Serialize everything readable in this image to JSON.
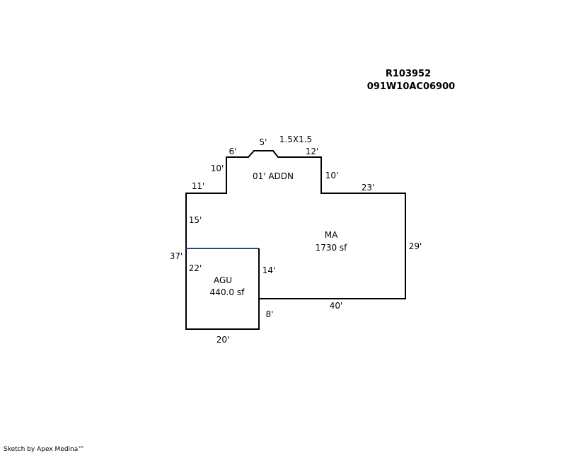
{
  "header": {
    "account_number": "R103952",
    "map_lot": "091W10AC06900"
  },
  "areas": {
    "main": {
      "code": "MA",
      "area": "1730 sf"
    },
    "garage": {
      "code": "AGU",
      "area": "440.0 sf"
    },
    "addition": {
      "code": "01' ADDN"
    }
  },
  "dimensions": {
    "d_15x15": "1.5X1.5",
    "d_5": "5'",
    "d_6": "6'",
    "d_12": "12'",
    "d_10_left": "10'",
    "d_10_right": "10'",
    "d_11": "11'",
    "d_23": "23'",
    "d_15": "15'",
    "d_29": "29'",
    "d_37": "37'",
    "d_22": "22'",
    "d_14": "14'",
    "d_40": "40'",
    "d_8": "8'",
    "d_20": "20'"
  },
  "footer": {
    "credit": "Sketch by Apex Medina™"
  },
  "colors": {
    "outline": "#000000",
    "shared_wall": "#1f4e8c"
  }
}
